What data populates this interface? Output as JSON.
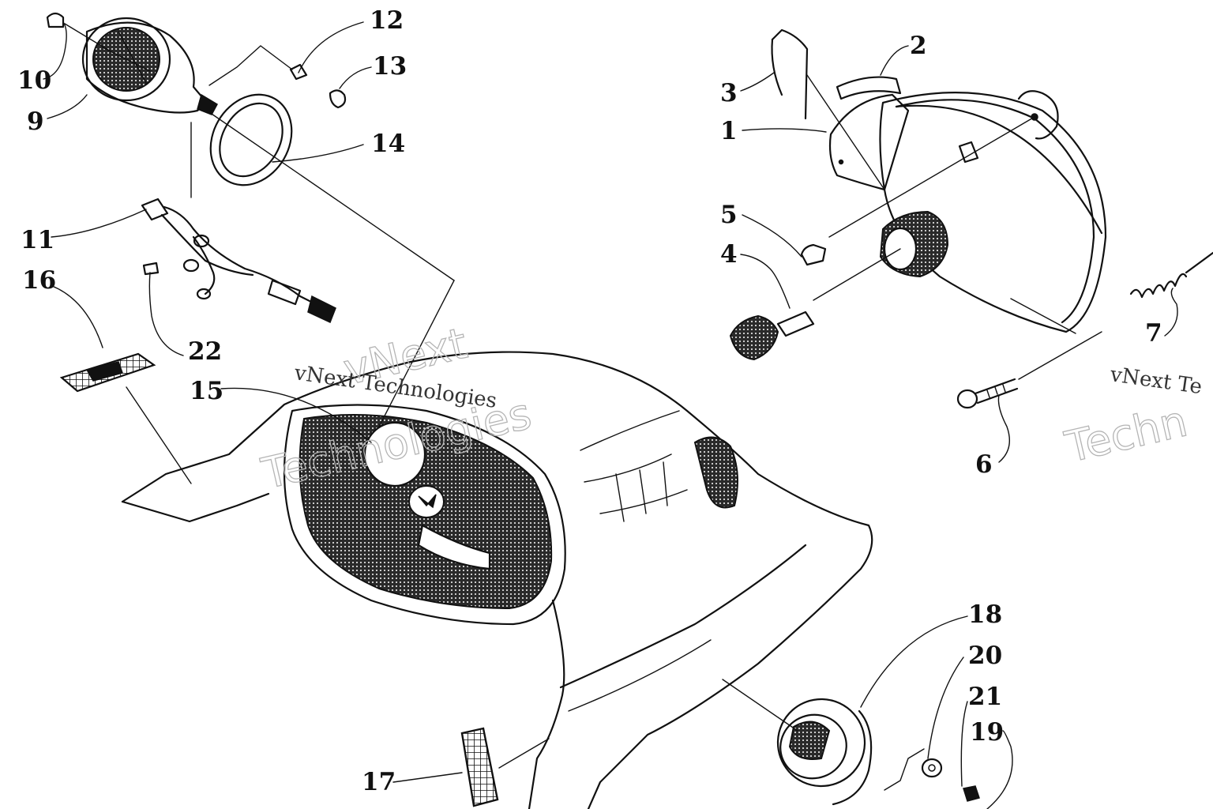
{
  "callouts": [
    {
      "id": "c1",
      "label": "1"
    },
    {
      "id": "c2",
      "label": "2"
    },
    {
      "id": "c3",
      "label": "3"
    },
    {
      "id": "c4",
      "label": "4"
    },
    {
      "id": "c5",
      "label": "5"
    },
    {
      "id": "c6",
      "label": "6"
    },
    {
      "id": "c7",
      "label": "7"
    },
    {
      "id": "c9",
      "label": "9"
    },
    {
      "id": "c10",
      "label": "10"
    },
    {
      "id": "c11",
      "label": "11"
    },
    {
      "id": "c12",
      "label": "12"
    },
    {
      "id": "c13",
      "label": "13"
    },
    {
      "id": "c14",
      "label": "14"
    },
    {
      "id": "c15",
      "label": "15"
    },
    {
      "id": "c16",
      "label": "16"
    },
    {
      "id": "c17",
      "label": "17"
    },
    {
      "id": "c18",
      "label": "18"
    },
    {
      "id": "c19",
      "label": "19"
    },
    {
      "id": "c20",
      "label": "20"
    },
    {
      "id": "c21",
      "label": "21"
    },
    {
      "id": "c22",
      "label": "22"
    }
  ],
  "watermark": {
    "line1": "vNext",
    "line2": "Technologies",
    "plain": "vNext Technologies",
    "right_plain": "vNext Te",
    "right_outline": "Techn"
  }
}
